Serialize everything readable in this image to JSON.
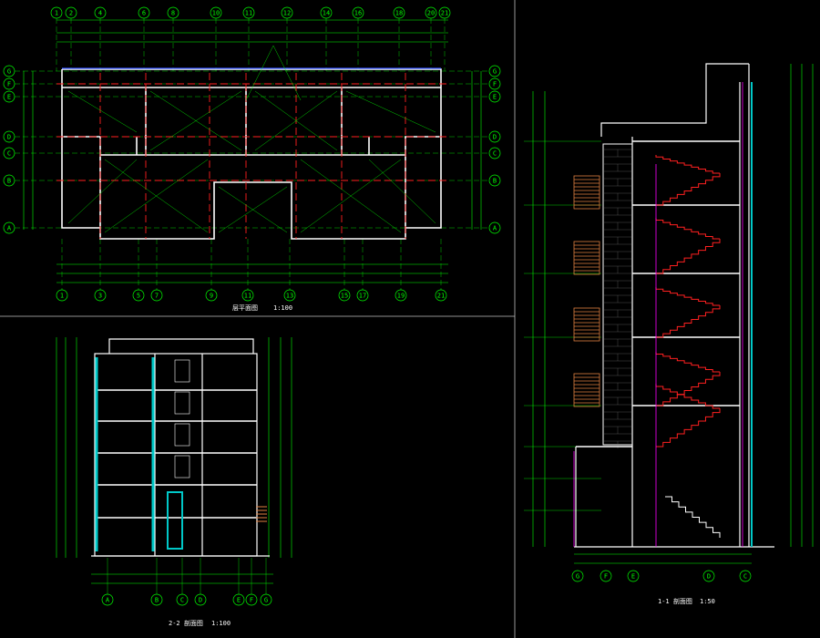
{
  "canvas": {
    "background": "#000000"
  },
  "colors": {
    "green": "#00ff00",
    "red": "#ff2020",
    "white": "#ffffff",
    "cyan": "#00c8c8",
    "magenta": "#ff00ff",
    "orange": "#e08040",
    "blue": "#3050ff",
    "yellow": "#ffff00"
  },
  "plan": {
    "title": "层平面图",
    "scale": "1:100",
    "top_axes": [
      "1",
      "2",
      "4",
      "6",
      "8",
      "10",
      "11",
      "12",
      "14",
      "16",
      "18",
      "20",
      "21"
    ],
    "bottom_axes": [
      "1",
      "3",
      "5",
      "7",
      "9",
      "11",
      "13",
      "15",
      "17",
      "19",
      "21"
    ],
    "side_axes": [
      "G",
      "F",
      "E",
      "D",
      "C",
      "B",
      "A"
    ]
  },
  "section_22": {
    "title": "2-2 剖面图",
    "scale": "1:100",
    "bottom_axes": [
      "A",
      "B",
      "C",
      "D",
      "E",
      "F",
      "G"
    ]
  },
  "section_11": {
    "title": "1-1 剖面图",
    "scale": "1:50",
    "bottom_axes": [
      "G",
      "F",
      "E",
      "D",
      "C"
    ]
  }
}
